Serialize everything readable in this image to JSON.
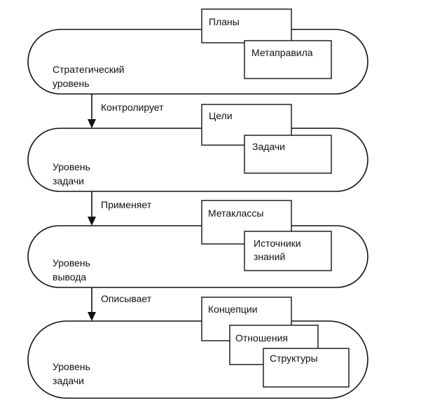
{
  "levels": [
    {
      "label_line1": "Стратегический",
      "label_line2": "уровень",
      "boxes": [
        "Планы",
        "Метаправила"
      ]
    },
    {
      "label_line1": "Уровень",
      "label_line2": "задачи",
      "boxes": [
        "Цели",
        "Задачи"
      ]
    },
    {
      "label_line1": "Уровень",
      "label_line2": "вывода",
      "boxes": [
        "Метаклассы",
        "Источники знаний"
      ]
    },
    {
      "label_line1": "Уровень",
      "label_line2": "задачи",
      "boxes": [
        "Концепции",
        "Отношения",
        "Структуры"
      ]
    }
  ],
  "connectors": [
    "Контролирует",
    "Применяет",
    "Описывает"
  ],
  "box_texts": {
    "istochniki_line1": "Источники",
    "istochniki_line2": "знаний"
  }
}
